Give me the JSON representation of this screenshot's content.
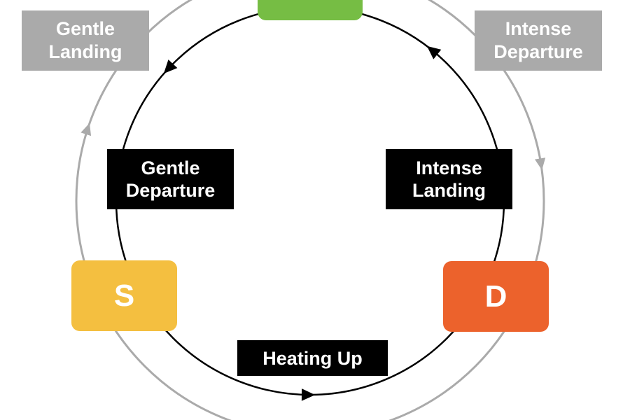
{
  "diagram": {
    "colors": {
      "inner_cycle": "#000000",
      "outer_cycle": "#aaaaaa",
      "state_top": "#76bd44",
      "state_s": "#f4bf40",
      "state_d": "#ec622c",
      "label_black_bg": "#000000",
      "label_gray_bg": "#aaaaaa",
      "text": "#ffffff"
    },
    "states": [
      {
        "id": "top",
        "label": ""
      },
      {
        "id": "s",
        "label": "S"
      },
      {
        "id": "d",
        "label": "D"
      }
    ],
    "inner_transitions": [
      {
        "id": "gentle-departure",
        "label_line1": "Gentle",
        "label_line2": "Departure",
        "direction": "counter-clockwise"
      },
      {
        "id": "heating-up",
        "label": "Heating Up",
        "direction": "counter-clockwise"
      },
      {
        "id": "intense-landing",
        "label_line1": "Intense",
        "label_line2": "Landing",
        "direction": "counter-clockwise"
      }
    ],
    "outer_transitions": [
      {
        "id": "gentle-landing",
        "label_line1": "Gentle",
        "label_line2": "Landing",
        "direction": "clockwise"
      },
      {
        "id": "intense-departure",
        "label_line1": "Intense",
        "label_line2": "Departure",
        "direction": "clockwise"
      }
    ]
  }
}
